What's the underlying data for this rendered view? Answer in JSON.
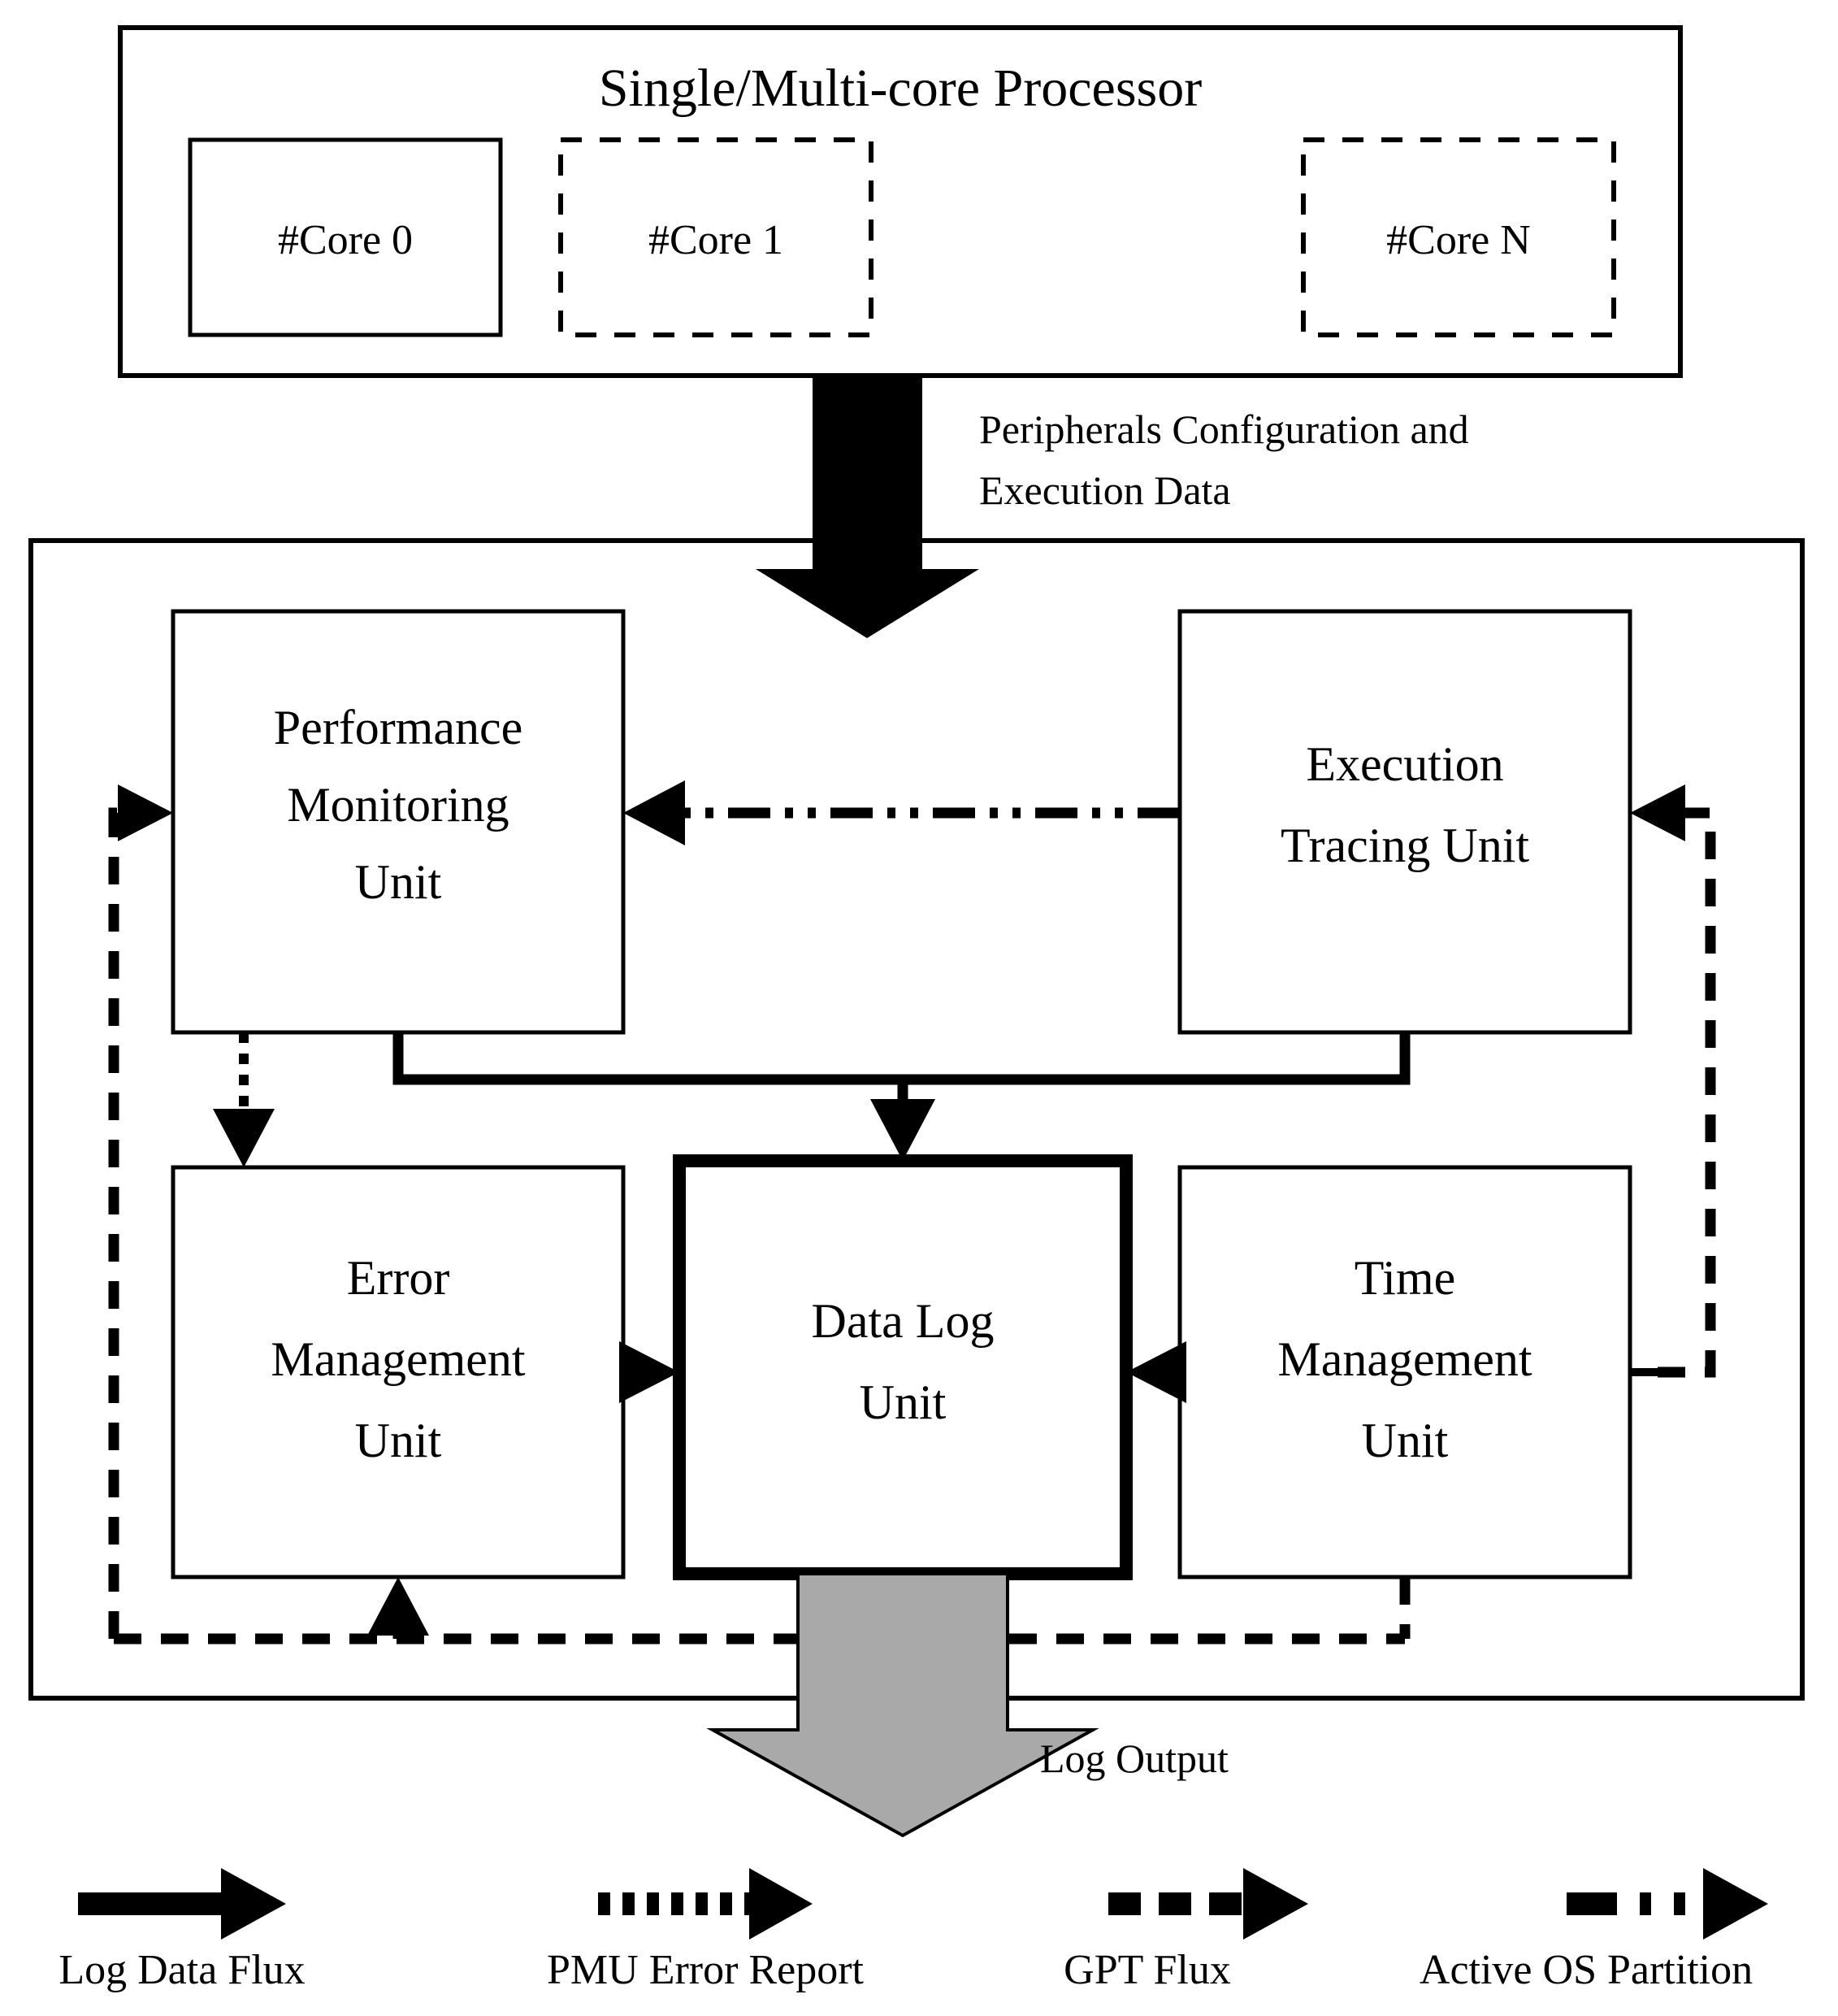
{
  "diagram": {
    "title": "Single/Multi-core Processor",
    "processor": {
      "label": "Single/Multi-core Processor",
      "cores": [
        {
          "label": "#Core 0",
          "border": "solid"
        },
        {
          "label": "#Core 1",
          "border": "dashed"
        },
        {
          "label": "#Core N",
          "border": "dashed"
        }
      ]
    },
    "annotations": {
      "peripherals_line1": "Peripherals Configuration and",
      "peripherals_line2": "Execution Data",
      "log_output": "Log Output"
    },
    "units": [
      {
        "id": "pmu",
        "lines": [
          "Performance",
          "Monitoring",
          "Unit"
        ],
        "fill": "#ffffff",
        "border": "thin"
      },
      {
        "id": "etu",
        "lines": [
          "Execution",
          "Tracing Unit"
        ],
        "fill": "#ffffff",
        "border": "thin"
      },
      {
        "id": "emu",
        "lines": [
          "Error",
          "Management",
          "Unit"
        ],
        "fill": "#ffffff",
        "border": "thin"
      },
      {
        "id": "dlu",
        "lines": [
          "Data Log",
          "Unit"
        ],
        "fill": "#d8d8d8",
        "border": "thick"
      },
      {
        "id": "tmu",
        "lines": [
          "Time",
          "Management",
          "Unit"
        ],
        "fill": "#ffffff",
        "border": "thin"
      }
    ],
    "legend": [
      {
        "label": "Log Data Flux",
        "style": "solid"
      },
      {
        "label": "PMU Error Report",
        "style": "dotted"
      },
      {
        "label": "GPT Flux",
        "style": "dashed"
      },
      {
        "label": "Active OS Partition",
        "style": "dashdot"
      }
    ],
    "colors": {
      "line": "#000000",
      "data_log_unit_fill": "#d8d8d8",
      "log_output_arrow_fill": "#a9a9a9",
      "background": "#ffffff"
    }
  }
}
